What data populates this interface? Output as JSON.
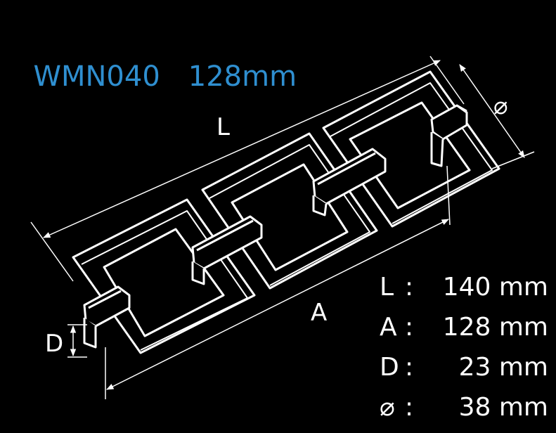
{
  "header": {
    "model": "WMN040",
    "size": "128mm",
    "color": "#2f8fd0"
  },
  "diagram": {
    "labels": {
      "length": "L",
      "spacing": "A",
      "depth": "D",
      "diameter": "⌀"
    },
    "line_color": "#ffffff"
  },
  "specs": [
    {
      "key": "L",
      "colon": ":",
      "value": "140 mm"
    },
    {
      "key": "A",
      "colon": ":",
      "value": "128 mm"
    },
    {
      "key": "D",
      "colon": ":",
      "value": "23 mm"
    },
    {
      "key": "⌀",
      "colon": ":",
      "value": "38 mm"
    }
  ]
}
